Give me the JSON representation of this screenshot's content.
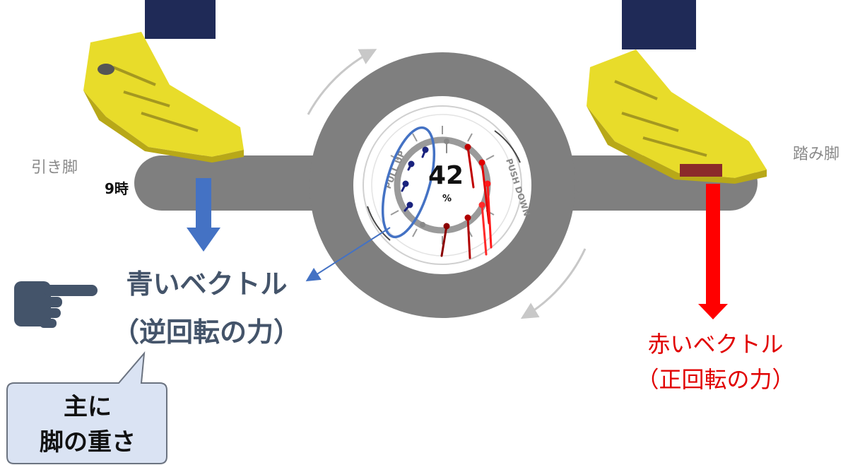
{
  "labels": {
    "pull_leg": "引き脚",
    "push_leg": "踏み脚",
    "nine_oclock": "9時"
  },
  "gauge": {
    "value": "42",
    "unit": "%",
    "pull_up_text": "PULL UP",
    "push_down_text": "PUSH DOWN"
  },
  "blue_vector": {
    "title": "青いベクトル",
    "subtitle": "（逆回転の力）"
  },
  "red_vector": {
    "title": "赤いベクトル",
    "subtitle": "（正回転の力）"
  },
  "callout": {
    "line1": "主に",
    "line2": "脚の重さ"
  },
  "colors": {
    "crank_gray": "#7f7f7f",
    "blue_vector": "#4472c4",
    "red_vector": "#ff0000",
    "title_slate": "#44546a",
    "callout_fill": "#dae3f3",
    "shoe_yellow": "#e8dc2a"
  },
  "icons": {
    "pointing_hand": "pointing-hand-icon",
    "shoe_left": "cycling-shoe-icon",
    "shoe_right": "cycling-shoe-icon"
  }
}
